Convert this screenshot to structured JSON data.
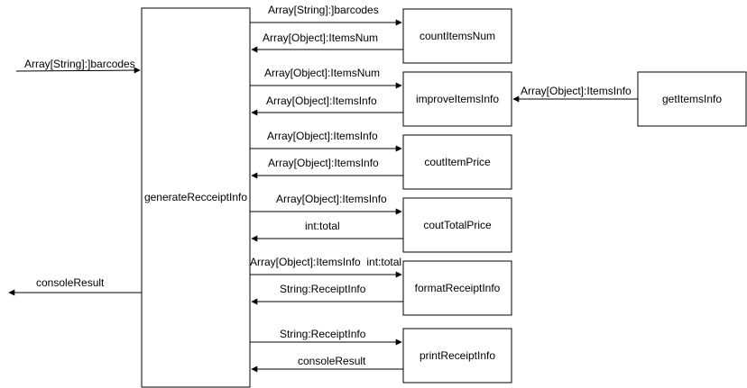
{
  "nodes": {
    "generate": "generateRecceiptInfo",
    "count_items": "countItemsNum",
    "improve_items": "improveItemsInfo",
    "get_items": "getItemsInfo",
    "item_price": "coutItemPrice",
    "total_price": "coutTotalPrice",
    "format_receipt": "formatReceiptInfo",
    "print_receipt": "printReceiptInfo"
  },
  "edges": {
    "input_barcodes": "Array[String]:]barcodes",
    "to_count": "Array[String]:]barcodes",
    "from_count": "Array[Object]:ItemsNum",
    "to_improve": "Array[Object]:ItemsNum",
    "from_improve": "Array[Object]:ItemsInfo",
    "from_get_items": "Array[Object]:ItemsInfo",
    "to_item_price": "Array[Object]:ItemsInfo",
    "from_item_price": "Array[Object]:ItemsInfo",
    "to_total": "Array[Object]:ItemsInfo",
    "from_total": "int:total",
    "to_format": "Array[Object]:ItemsInfo  int:total",
    "from_format": "String:ReceiptInfo",
    "to_print": "String:ReceiptInfo",
    "from_print": "consoleResult",
    "output_result": "consoleResult"
  },
  "colors": {
    "stroke": "#000000",
    "fill": "#ffffff"
  }
}
